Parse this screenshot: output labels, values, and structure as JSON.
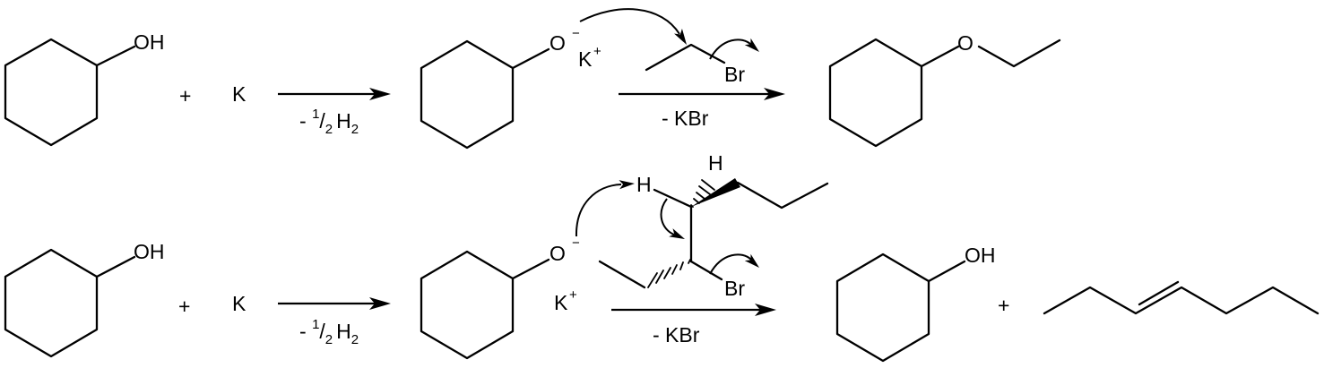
{
  "labels": {
    "oh": "OH",
    "o": "O",
    "minus": "−",
    "k": "K",
    "plus_charge": "+",
    "br": "Br",
    "h": "H",
    "plus": "+",
    "minus_sign": "- ",
    "half_num": "1",
    "half_slash": "/",
    "half_den": "2",
    "h2_h": "H",
    "h2_sub": "2",
    "kbr": "- KBr"
  }
}
